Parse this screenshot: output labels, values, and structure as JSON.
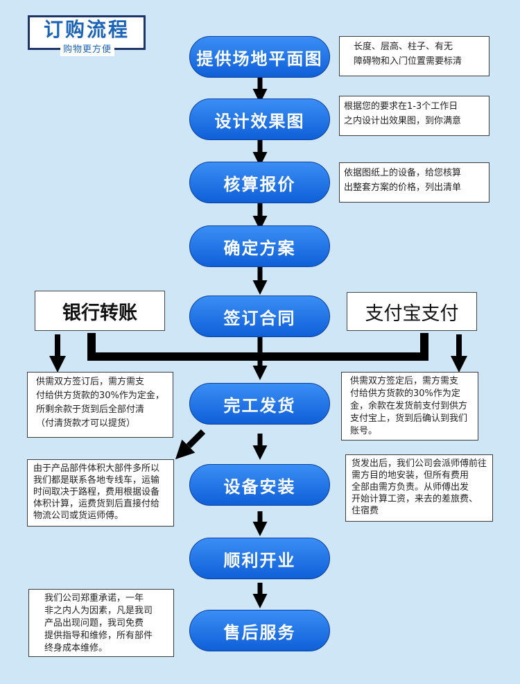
{
  "title": {
    "main": "订购流程",
    "sub": "购物更方便"
  },
  "steps": [
    "提供场地平面图",
    "设计效果图",
    "核算报价",
    "确定方案",
    "签订合同",
    "完工发货",
    "设备安装",
    "顺利开业",
    "售后服务"
  ],
  "notes": {
    "site_plan": [
      "长度、层高、柱子、有无",
      "障碍物和入门位置需要标清"
    ],
    "design": [
      "根据您的要求在1-3个工作日",
      "之内设计出效果图，到你满意"
    ],
    "quote": [
      "依据图纸上的设备，给您核算",
      "出整套方案的价格，列出清单"
    ],
    "bank_terms": [
      "供需双方签订后，需方需支",
      "付给供方货款的30%作为定金，",
      "所剩余款于货到后全部付清",
      "（付清货款才可以提货）"
    ],
    "alipay_terms": [
      "供需双方签定后，需方需支",
      "付给供方货款的30%作为定",
      "金，余款在发货前支付到供方",
      "支付宝上，货到后确认到我们",
      "账号。"
    ],
    "shipping": [
      "由于产品部件体积大部件多所以",
      "我们都是联系各地专线车，运输",
      "时间取决于路程，费用根据设备",
      "体积计算，运费货到后直接付给",
      "物流公司或货运师傅。"
    ],
    "installation": [
      "货发出后，我们公司会派师傅前往",
      "需方目的地安装，但所有费用",
      "全部由需方负责。从师傅出发",
      "开始计算工资，来去的差旅费、",
      "住宿费"
    ],
    "after_sales": [
      "我们公司郑重承诺，一年",
      "非之内人为因素，凡是我司",
      "产品出现问题，我司免费",
      "提供指导和维修，所有部件",
      "终身成本维修。"
    ]
  },
  "payment": {
    "bank": "银行转账",
    "alipay": "支付宝支付"
  },
  "colors": {
    "background": "#cfe6f7",
    "pill_top": "#3b8ef5",
    "pill_bottom": "#0f5fd8",
    "title": "#1a63b7",
    "arrow": "#000000"
  }
}
